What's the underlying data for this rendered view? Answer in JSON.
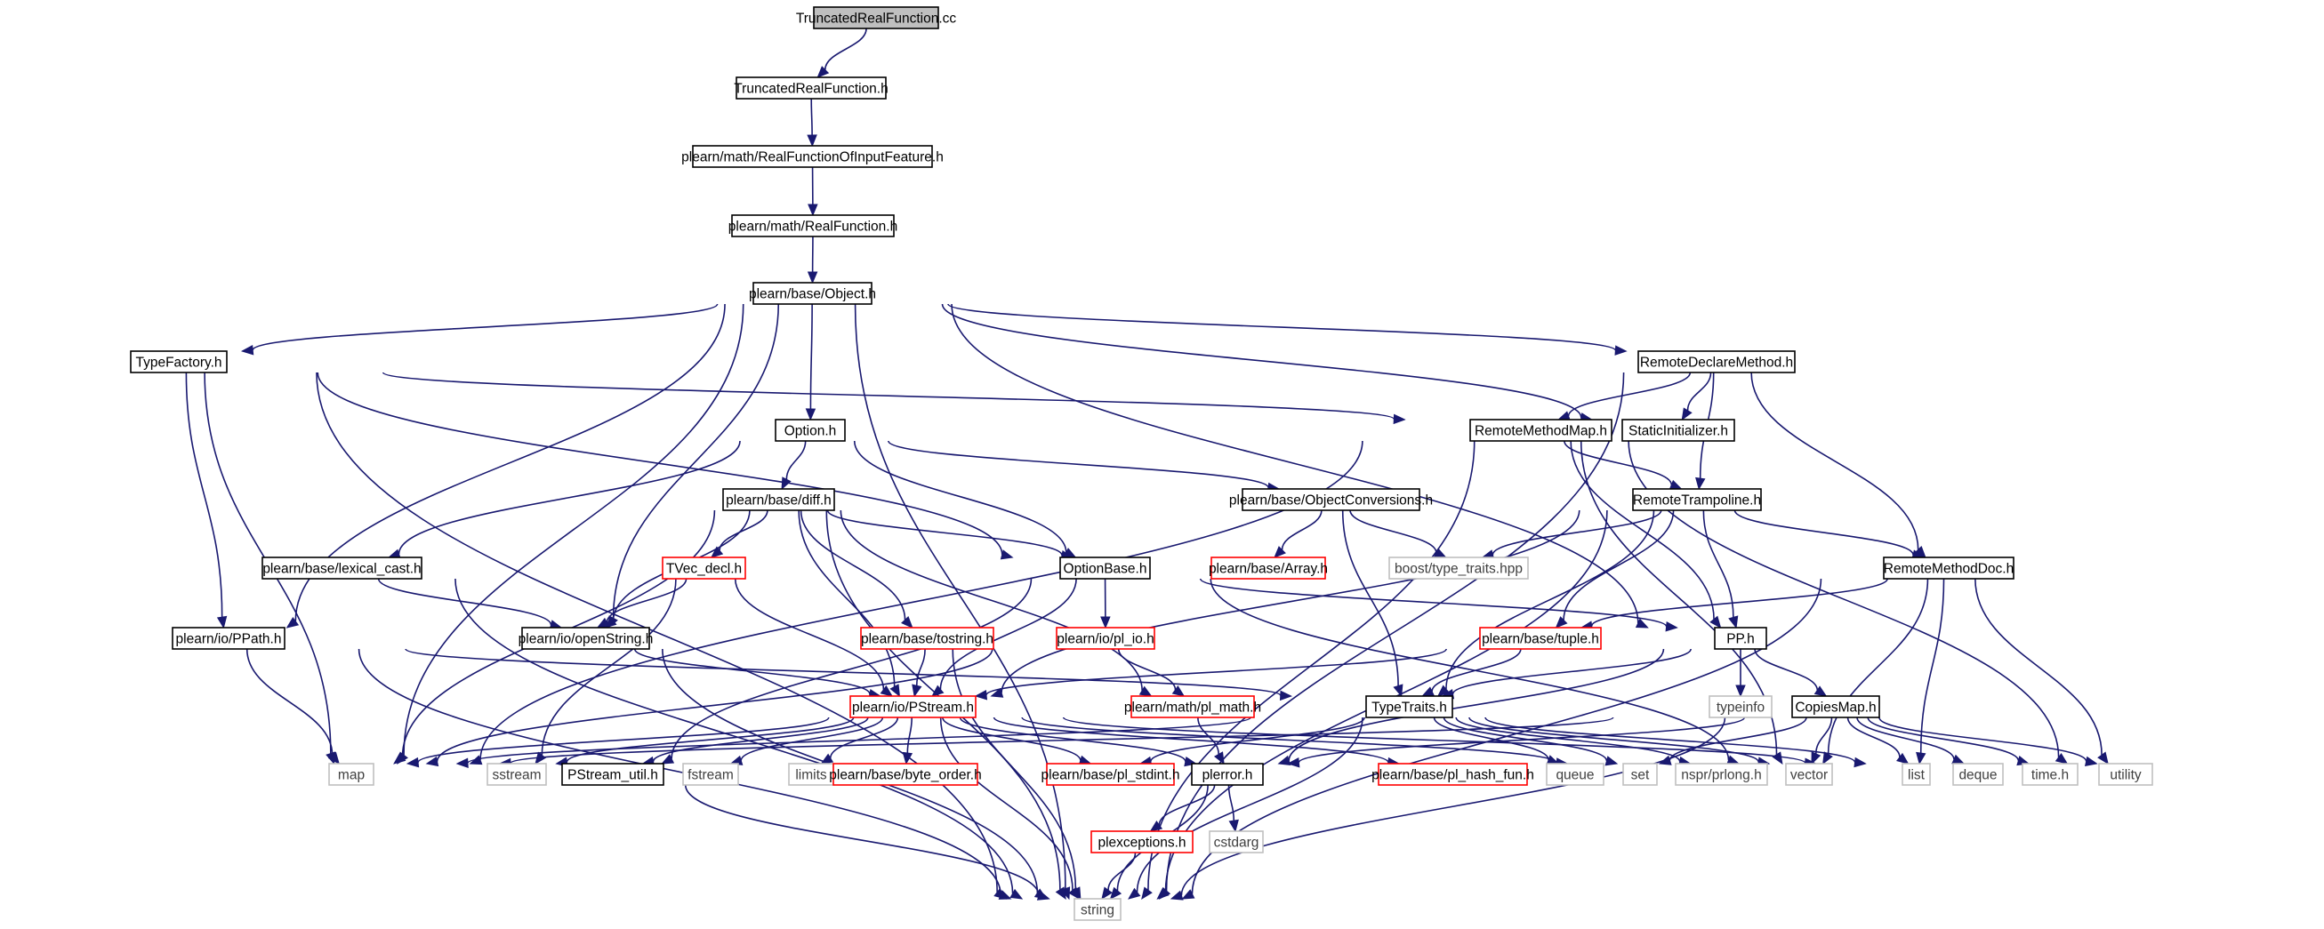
{
  "graph": {
    "colors": {
      "edge": "#191970",
      "border_normal": "#000000",
      "border_truncated": "#ff0000",
      "border_external": "#bfbfbf",
      "fill_root": "#bfbfbf",
      "fill_default": "#ffffff",
      "text_normal": "#000000",
      "text_external": "#404040"
    },
    "nodes": [
      {
        "id": "root",
        "label": "TruncatedRealFunction.cc",
        "kind": "root"
      },
      {
        "id": "trf",
        "label": "TruncatedRealFunction.h",
        "kind": "normal"
      },
      {
        "id": "rfoif",
        "label": "plearn/math/RealFunctionOfInputFeature.h",
        "kind": "normal"
      },
      {
        "id": "rf",
        "label": "plearn/math/RealFunction.h",
        "kind": "normal"
      },
      {
        "id": "object",
        "label": "plearn/base/Object.h",
        "kind": "normal"
      },
      {
        "id": "typefactory",
        "label": "TypeFactory.h",
        "kind": "normal"
      },
      {
        "id": "rdm",
        "label": "RemoteDeclareMethod.h",
        "kind": "normal"
      },
      {
        "id": "option",
        "label": "Option.h",
        "kind": "normal"
      },
      {
        "id": "rmm",
        "label": "RemoteMethodMap.h",
        "kind": "normal"
      },
      {
        "id": "staticinit",
        "label": "StaticInitializer.h",
        "kind": "normal"
      },
      {
        "id": "diff",
        "label": "plearn/base/diff.h",
        "kind": "normal"
      },
      {
        "id": "objconv",
        "label": "plearn/base/ObjectConversions.h",
        "kind": "normal"
      },
      {
        "id": "rtramp",
        "label": "RemoteTrampoline.h",
        "kind": "normal"
      },
      {
        "id": "lexcast",
        "label": "plearn/base/lexical_cast.h",
        "kind": "normal"
      },
      {
        "id": "tvec",
        "label": "TVec_decl.h",
        "kind": "truncated"
      },
      {
        "id": "optionbase",
        "label": "OptionBase.h",
        "kind": "normal"
      },
      {
        "id": "array",
        "label": "plearn/base/Array.h",
        "kind": "truncated"
      },
      {
        "id": "boosttt",
        "label": "boost/type_traits.hpp",
        "kind": "external"
      },
      {
        "id": "rmdoc",
        "label": "RemoteMethodDoc.h",
        "kind": "normal"
      },
      {
        "id": "ppath",
        "label": "plearn/io/PPath.h",
        "kind": "normal"
      },
      {
        "id": "openstring",
        "label": "plearn/io/openString.h",
        "kind": "normal"
      },
      {
        "id": "tostring",
        "label": "plearn/base/tostring.h",
        "kind": "truncated"
      },
      {
        "id": "plio",
        "label": "plearn/io/pl_io.h",
        "kind": "truncated"
      },
      {
        "id": "tuple",
        "label": "plearn/base/tuple.h",
        "kind": "truncated"
      },
      {
        "id": "pp",
        "label": "PP.h",
        "kind": "normal"
      },
      {
        "id": "pstream",
        "label": "plearn/io/PStream.h",
        "kind": "truncated"
      },
      {
        "id": "plmath",
        "label": "plearn/math/pl_math.h",
        "kind": "truncated"
      },
      {
        "id": "typetraits",
        "label": "TypeTraits.h",
        "kind": "normal"
      },
      {
        "id": "typeinfo",
        "label": "typeinfo",
        "kind": "external"
      },
      {
        "id": "copiesmap",
        "label": "CopiesMap.h",
        "kind": "normal"
      },
      {
        "id": "map",
        "label": "map",
        "kind": "external"
      },
      {
        "id": "sstream",
        "label": "sstream",
        "kind": "external"
      },
      {
        "id": "pstreamutil",
        "label": "PStream_util.h",
        "kind": "normal"
      },
      {
        "id": "fstream",
        "label": "fstream",
        "kind": "external"
      },
      {
        "id": "limits",
        "label": "limits",
        "kind": "external"
      },
      {
        "id": "byteorder",
        "label": "plearn/base/byte_order.h",
        "kind": "truncated"
      },
      {
        "id": "plstdint",
        "label": "plearn/base/pl_stdint.h",
        "kind": "truncated"
      },
      {
        "id": "plerror",
        "label": "plerror.h",
        "kind": "normal"
      },
      {
        "id": "plhashfun",
        "label": "plearn/base/pl_hash_fun.h",
        "kind": "truncated"
      },
      {
        "id": "queue",
        "label": "queue",
        "kind": "external"
      },
      {
        "id": "set",
        "label": "set",
        "kind": "external"
      },
      {
        "id": "prlong",
        "label": "nspr/prlong.h",
        "kind": "external"
      },
      {
        "id": "vector",
        "label": "vector",
        "kind": "external"
      },
      {
        "id": "list",
        "label": "list",
        "kind": "external"
      },
      {
        "id": "deque",
        "label": "deque",
        "kind": "external"
      },
      {
        "id": "timeh",
        "label": "time.h",
        "kind": "external"
      },
      {
        "id": "utility",
        "label": "utility",
        "kind": "external"
      },
      {
        "id": "plexceptions",
        "label": "plexceptions.h",
        "kind": "truncated"
      },
      {
        "id": "cstdarg",
        "label": "cstdarg",
        "kind": "external"
      },
      {
        "id": "string",
        "label": "string",
        "kind": "external"
      }
    ],
    "edges": [
      [
        "root",
        "trf"
      ],
      [
        "trf",
        "rfoif"
      ],
      [
        "rfoif",
        "rf"
      ],
      [
        "rf",
        "object"
      ],
      [
        "object",
        "typefactory"
      ],
      [
        "object",
        "option"
      ],
      [
        "object",
        "rdm"
      ],
      [
        "object",
        "staticinit"
      ],
      [
        "object",
        "map"
      ],
      [
        "object",
        "ppath"
      ],
      [
        "object",
        "openstring"
      ],
      [
        "object",
        "pp"
      ],
      [
        "object",
        "string"
      ],
      [
        "typefactory",
        "rmm"
      ],
      [
        "typefactory",
        "optionbase"
      ],
      [
        "typefactory",
        "ppath"
      ],
      [
        "typefactory",
        "map"
      ],
      [
        "typefactory",
        "string"
      ],
      [
        "rdm",
        "rmm"
      ],
      [
        "rdm",
        "staticinit"
      ],
      [
        "rdm",
        "rtramp"
      ],
      [
        "rdm",
        "rmdoc"
      ],
      [
        "rdm",
        "string"
      ],
      [
        "option",
        "diff"
      ],
      [
        "option",
        "objconv"
      ],
      [
        "option",
        "optionbase"
      ],
      [
        "option",
        "lexcast"
      ],
      [
        "rmm",
        "rtramp"
      ],
      [
        "rmm",
        "pp"
      ],
      [
        "rmm",
        "map"
      ],
      [
        "rmm",
        "string"
      ],
      [
        "rmm",
        "vector"
      ],
      [
        "rmm",
        "utility"
      ],
      [
        "diff",
        "tvec"
      ],
      [
        "diff",
        "optionbase"
      ],
      [
        "diff",
        "tostring"
      ],
      [
        "diff",
        "openstring"
      ],
      [
        "diff",
        "pstream"
      ],
      [
        "diff",
        "plmath"
      ],
      [
        "diff",
        "map"
      ],
      [
        "diff",
        "string"
      ],
      [
        "objconv",
        "array"
      ],
      [
        "objconv",
        "boosttt"
      ],
      [
        "objconv",
        "typetraits"
      ],
      [
        "rtramp",
        "boosttt"
      ],
      [
        "rtramp",
        "rmdoc"
      ],
      [
        "rtramp",
        "tuple"
      ],
      [
        "rtramp",
        "pp"
      ],
      [
        "rtramp",
        "pstream"
      ],
      [
        "rtramp",
        "typetraits"
      ],
      [
        "rtramp",
        "string"
      ],
      [
        "lexcast",
        "openstring"
      ],
      [
        "lexcast",
        "string"
      ],
      [
        "tvec",
        "openstring"
      ],
      [
        "tvec",
        "pstream"
      ],
      [
        "tvec",
        "sstream"
      ],
      [
        "optionbase",
        "plio"
      ],
      [
        "optionbase",
        "pstream"
      ],
      [
        "optionbase",
        "pp"
      ],
      [
        "optionbase",
        "pstreamutil"
      ],
      [
        "optionbase",
        "vector"
      ],
      [
        "rmdoc",
        "tuple"
      ],
      [
        "rmdoc",
        "list"
      ],
      [
        "rmdoc",
        "vector"
      ],
      [
        "rmdoc",
        "utility"
      ],
      [
        "rmdoc",
        "string"
      ],
      [
        "ppath",
        "typetraits"
      ],
      [
        "ppath",
        "map"
      ],
      [
        "ppath",
        "string"
      ],
      [
        "openstring",
        "pstream"
      ],
      [
        "openstring",
        "string"
      ],
      [
        "tostring",
        "pstream"
      ],
      [
        "tostring",
        "string"
      ],
      [
        "plio",
        "plmath"
      ],
      [
        "plio",
        "map"
      ],
      [
        "tuple",
        "pstream"
      ],
      [
        "tuple",
        "typetraits"
      ],
      [
        "pp",
        "typetraits"
      ],
      [
        "pp",
        "typeinfo"
      ],
      [
        "pp",
        "copiesmap"
      ],
      [
        "pp",
        "plerror"
      ],
      [
        "pstream",
        "map"
      ],
      [
        "pstream",
        "sstream"
      ],
      [
        "pstream",
        "pstreamutil"
      ],
      [
        "pstream",
        "fstream"
      ],
      [
        "pstream",
        "limits"
      ],
      [
        "pstream",
        "byteorder"
      ],
      [
        "pstream",
        "plstdint"
      ],
      [
        "pstream",
        "plerror"
      ],
      [
        "pstream",
        "plhashfun"
      ],
      [
        "pstream",
        "set"
      ],
      [
        "pstream",
        "list"
      ],
      [
        "pstream",
        "string"
      ],
      [
        "plmath",
        "plerror"
      ],
      [
        "typetraits",
        "map"
      ],
      [
        "typetraits",
        "plstdint"
      ],
      [
        "typetraits",
        "queue"
      ],
      [
        "typetraits",
        "set"
      ],
      [
        "typetraits",
        "prlong"
      ],
      [
        "typetraits",
        "vector"
      ],
      [
        "typetraits",
        "list"
      ],
      [
        "typetraits",
        "string"
      ],
      [
        "copiesmap",
        "map"
      ],
      [
        "copiesmap",
        "plerror"
      ],
      [
        "copiesmap",
        "set"
      ],
      [
        "copiesmap",
        "vector"
      ],
      [
        "copiesmap",
        "list"
      ],
      [
        "copiesmap",
        "deque"
      ],
      [
        "copiesmap",
        "timeh"
      ],
      [
        "copiesmap",
        "utility"
      ],
      [
        "copiesmap",
        "string"
      ],
      [
        "pstreamutil",
        "string"
      ],
      [
        "plerror",
        "plexceptions"
      ],
      [
        "plerror",
        "cstdarg"
      ],
      [
        "plerror",
        "string"
      ],
      [
        "plexceptions",
        "string"
      ]
    ]
  }
}
